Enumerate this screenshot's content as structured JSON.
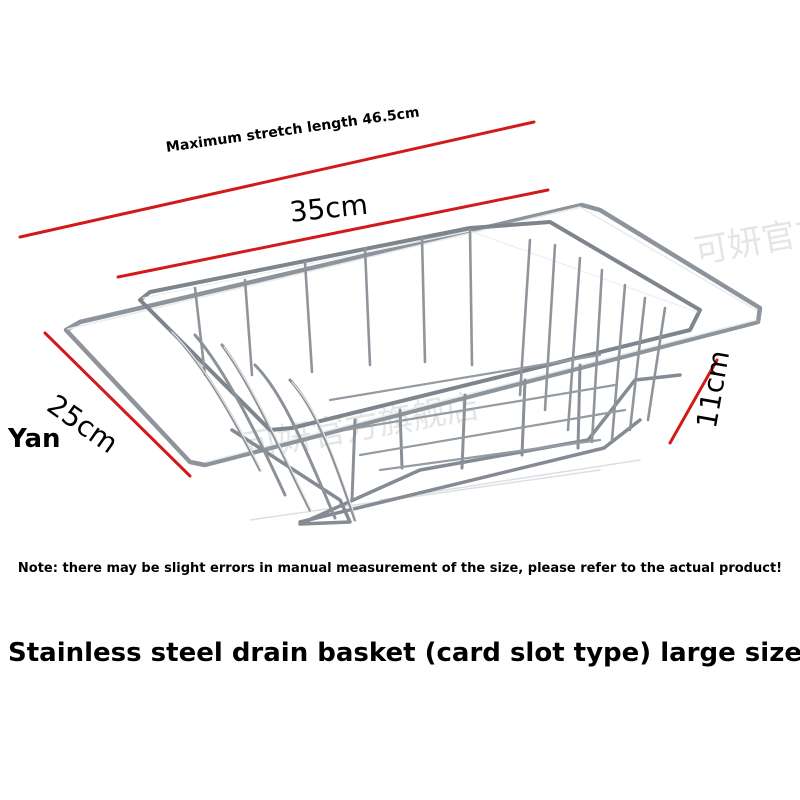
{
  "image": {
    "max_stretch_label": "Maximum stretch length 46.5cm",
    "length_label": "35cm",
    "width_label": "25cm",
    "height_label": "11cm",
    "brand_label": "Yan",
    "note": "Note: there may be slight errors in manual measurement of the size, please refer to the actual product!",
    "title": "Stainless steel drain basket (card slot type) large size",
    "watermark_text": "可妍官方旗舰店"
  },
  "colors": {
    "dimension_line": "#d21a1a",
    "wire": "#9aa0a6",
    "wire_highlight": "#e8eaec",
    "background": "#ffffff"
  },
  "icons": [
    "wire-drain-basket-photo"
  ]
}
